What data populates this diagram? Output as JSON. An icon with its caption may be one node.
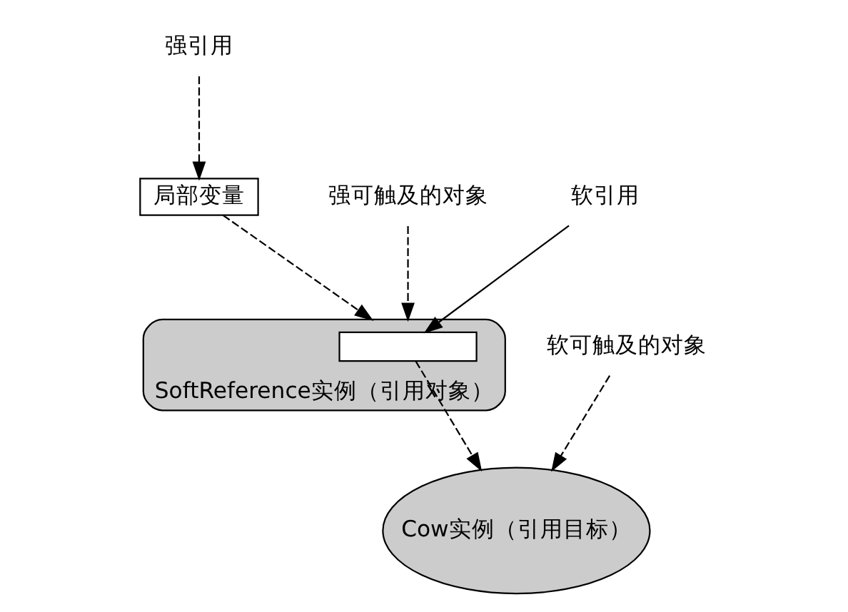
{
  "diagram": {
    "nodes": [
      {
        "text": [
          "强引用"
        ]
      },
      {
        "text": [
          "局部变量"
        ]
      },
      {
        "text": [
          "强可触及的对象"
        ]
      },
      {
        "text": [
          "SoftReference实例（引用对象）"
        ]
      },
      {
        "text": [],
        "shape": "box",
        "in": 3
      },
      {
        "text": [
          "软引用"
        ]
      },
      {
        "text": [
          "软可触及的对象"
        ]
      },
      {
        "text": [
          "Cow实例（引用目标）"
        ]
      }
    ],
    "edges": [
      {
        "from": 0,
        "to": 1,
        "arrow": "to",
        "style": "dashed"
      },
      {
        "from": 1,
        "to": 3,
        "arrow": "to",
        "style": "dashed"
      },
      {
        "from": 2,
        "to": 3,
        "arrow": "to",
        "style": "dashed"
      },
      {
        "from": 5,
        "to": 4,
        "arrow": "to"
      },
      {
        "from": 4,
        "to": 7,
        "arrow": "to",
        "style": "dashed"
      },
      {
        "from": 6,
        "to": 7,
        "arrow": "to",
        "style": "dashed"
      }
    ]
  }
}
